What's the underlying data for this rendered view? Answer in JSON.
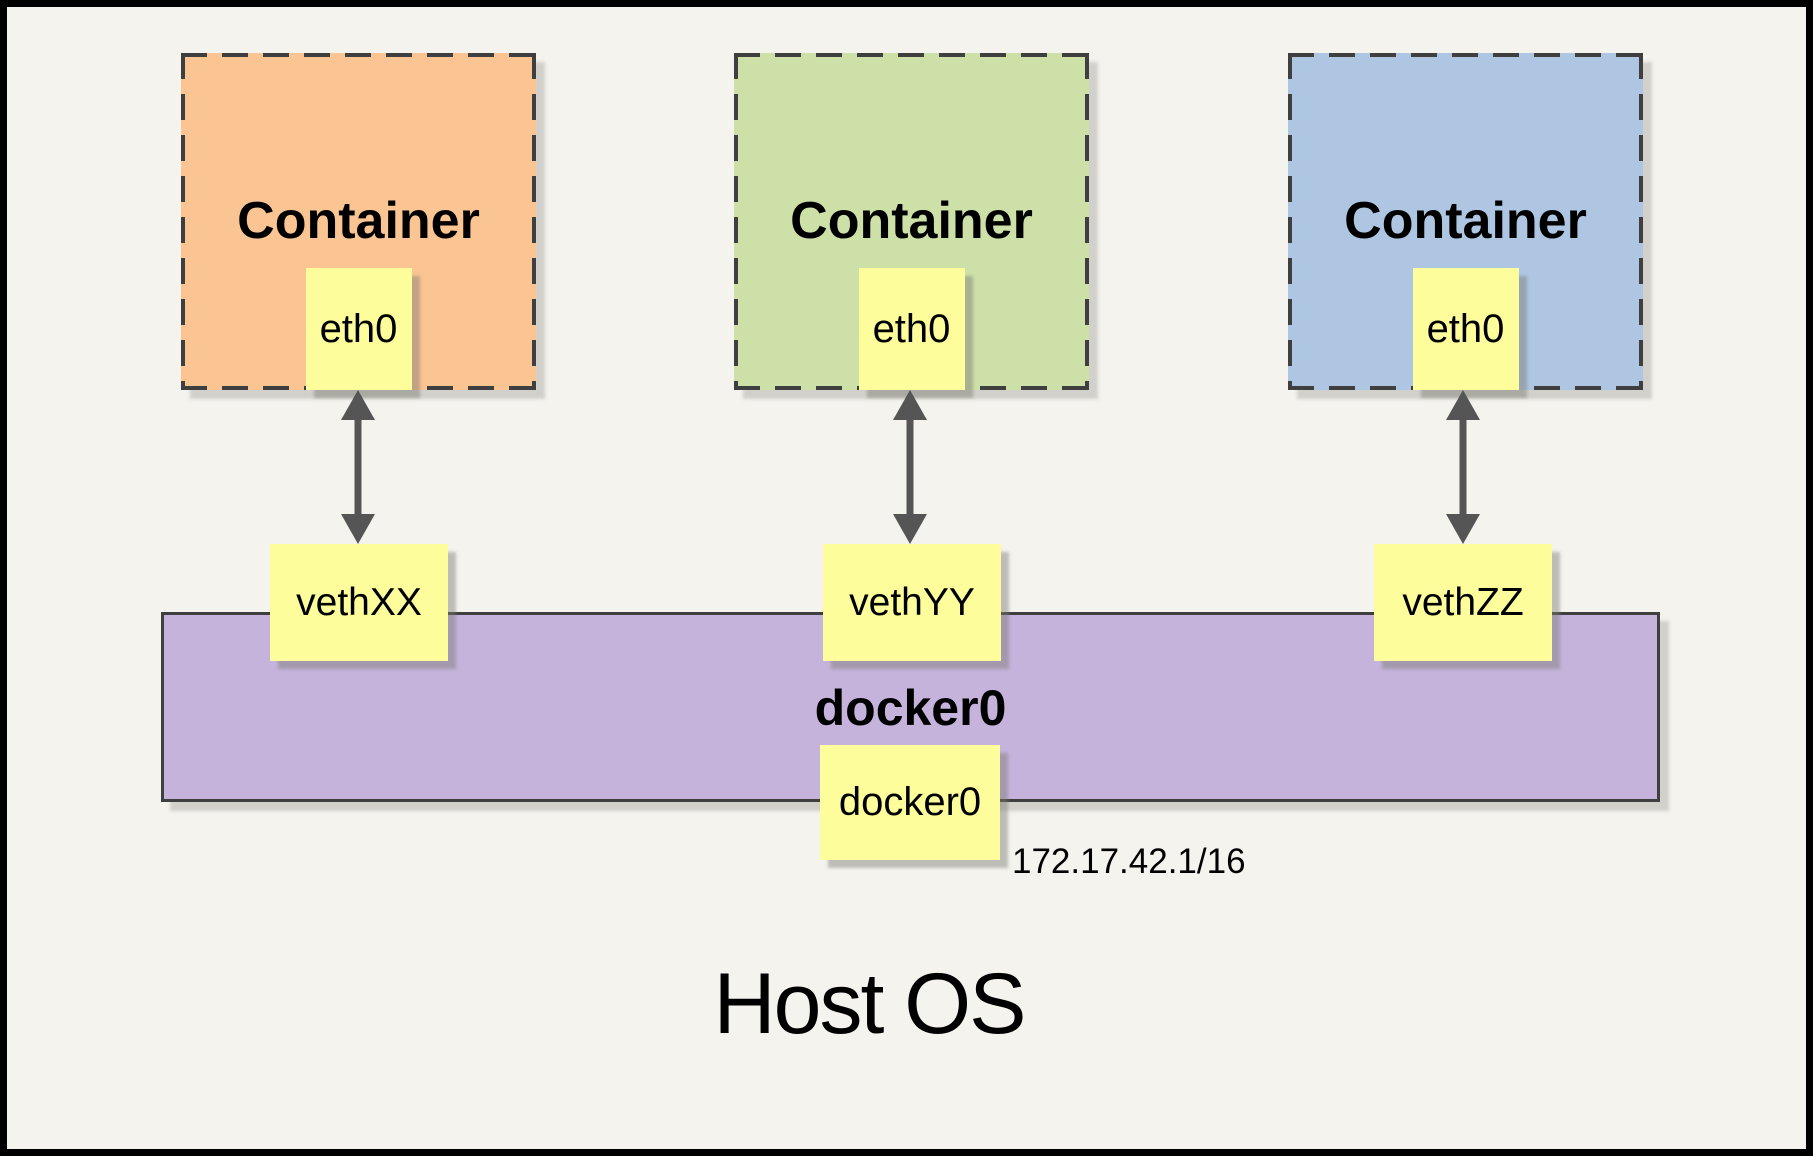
{
  "host": {
    "label": "Host OS"
  },
  "containers": [
    {
      "label": "Container",
      "interface": "eth0",
      "veth": "vethXX",
      "fill": "#FAC593"
    },
    {
      "label": "Container",
      "interface": "eth0",
      "veth": "vethYY",
      "fill": "#CCE0A8"
    },
    {
      "label": "Container",
      "interface": "eth0",
      "veth": "vethZZ",
      "fill": "#AEC6E2"
    }
  ],
  "bridge": {
    "label": "docker0",
    "interface": "docker0",
    "ip": "172.17.42.1/16",
    "fill": "#C5B3DB"
  },
  "colors": {
    "background": "#F5F3EE",
    "note_fill": "#FDFD9C",
    "frame_border": "#000000",
    "dashed_border": "#3F3F3F",
    "arrow": "#555555"
  }
}
